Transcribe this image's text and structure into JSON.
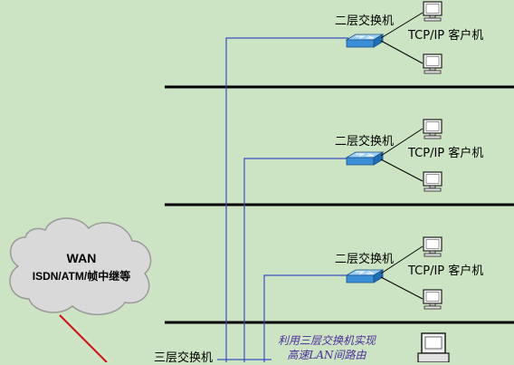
{
  "floors": [
    {
      "switch_label": "二层交换机",
      "hosts_label": "TCP/IP 客户机"
    },
    {
      "switch_label": "二层交换机",
      "hosts_label": "TCP/IP 客户机"
    },
    {
      "switch_label": "二层交换机",
      "hosts_label": "TCP/IP 客户机"
    }
  ],
  "wan": {
    "title": "WAN",
    "subtitle": "ISDN/ATM/帧中继等"
  },
  "core": {
    "switch_label": "三层交换机"
  },
  "note": {
    "line1": "利用三层交换机实现",
    "line2": "高速LAN间路由"
  },
  "colors": {
    "background": "#cde4c4",
    "link": "#3a4fc0",
    "wan_link": "#d01010",
    "switch_fill": "#3b8fd6",
    "cloud_fill": "#d9d9d9",
    "note_text": "#4b2d9a"
  }
}
